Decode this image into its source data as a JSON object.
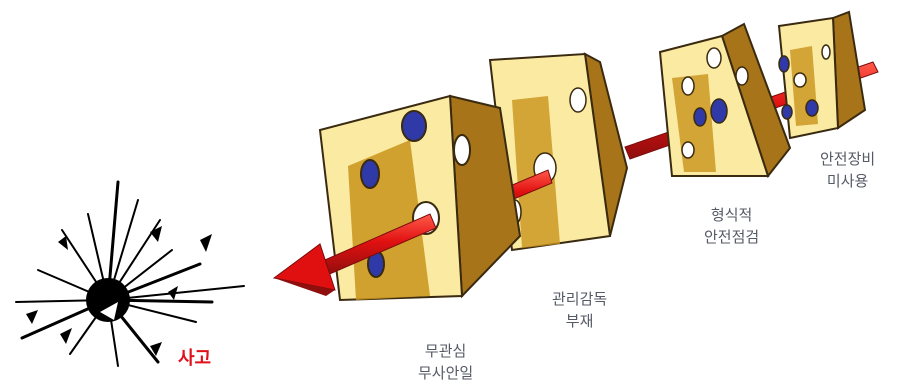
{
  "labels": {
    "accident": "사고",
    "slice1": [
      "무관심",
      "무사안일"
    ],
    "slice2": [
      "관리감독",
      "부재"
    ],
    "slice3": [
      "형식적",
      "안전점검"
    ],
    "slice4": [
      "안전장비",
      "미사용"
    ]
  },
  "colors": {
    "cheese_face": "#fbeaa2",
    "cheese_side": "#c9941c",
    "cheese_side_dark": "#a7741a",
    "hole_blue": "#2f3aa8",
    "arrow_red": "#e01010",
    "arrow_dark": "#8f0e0e",
    "label_text": "#555a66",
    "accident_text": "#e0101a"
  }
}
